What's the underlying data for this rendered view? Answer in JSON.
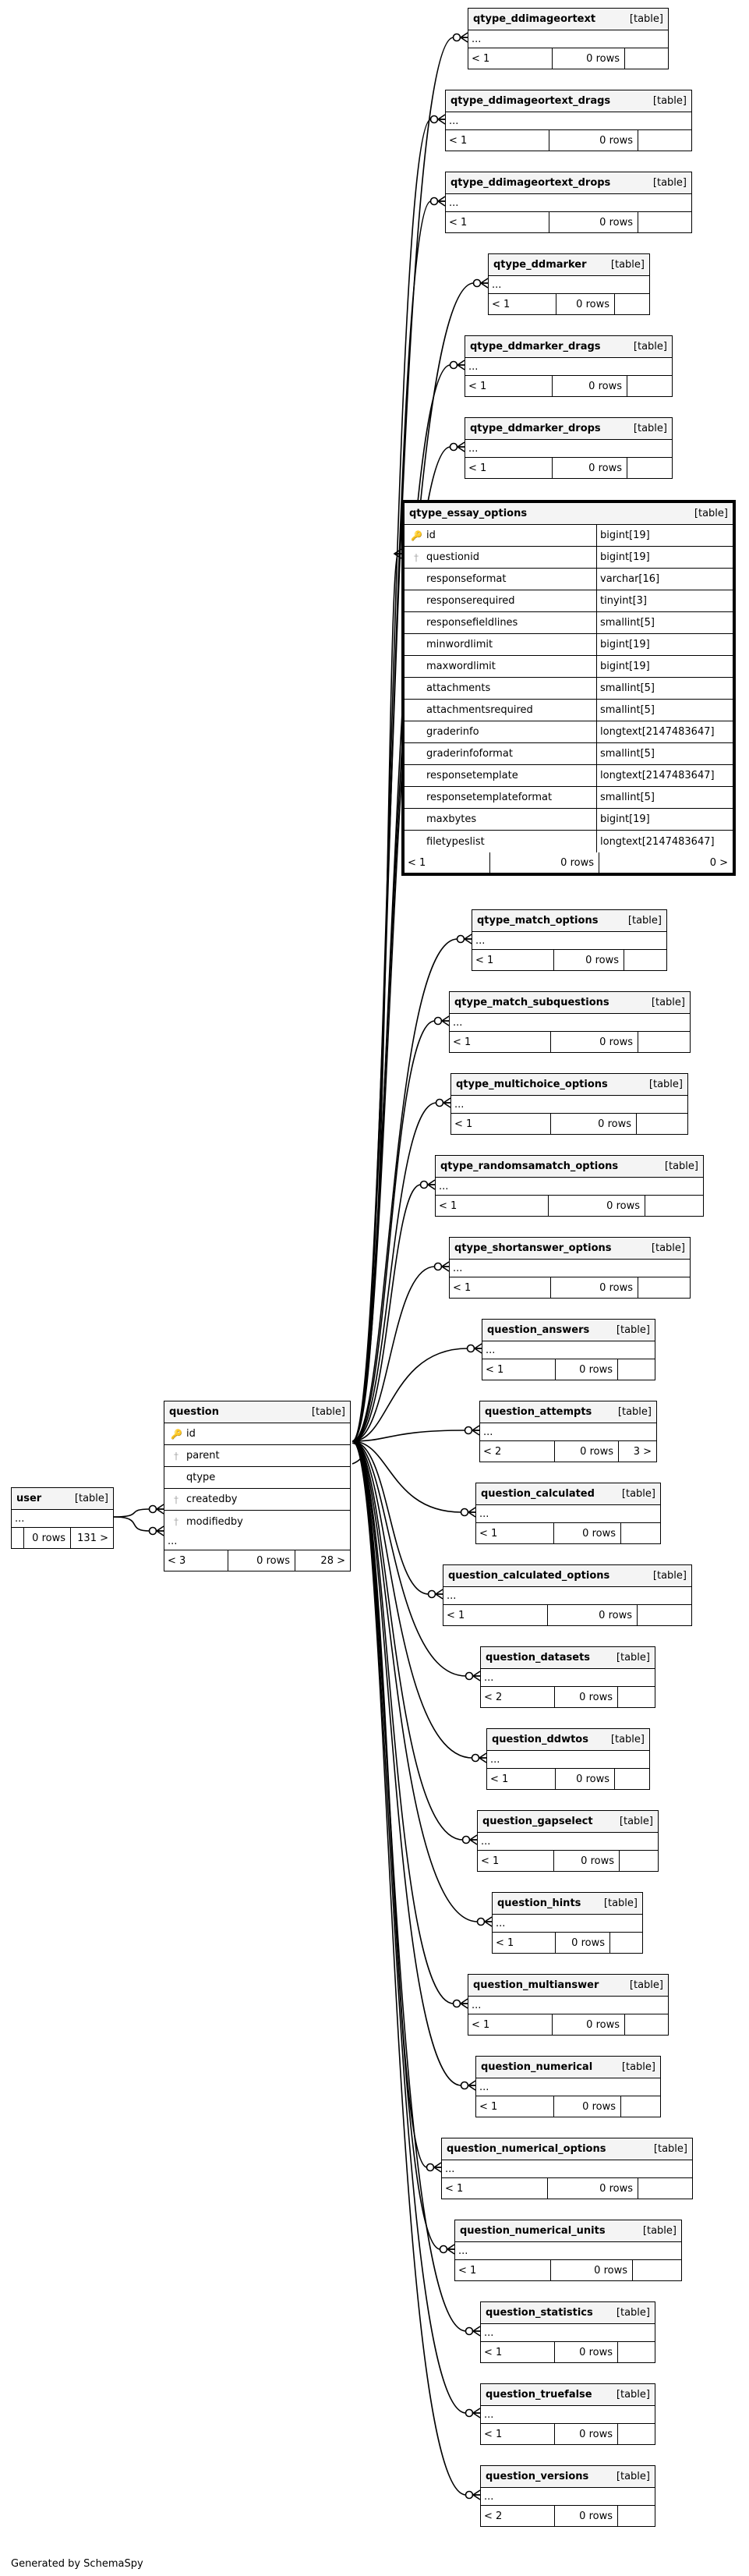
{
  "footer_text": "Generated by SchemaSpy",
  "table_type": "[table]",
  "focus": {
    "name": "qtype_essay_options",
    "columns": [
      {
        "key": "pk",
        "name": "id",
        "type": "bigint[19]"
      },
      {
        "key": "fk",
        "name": "questionid",
        "type": "bigint[19]"
      },
      {
        "key": "",
        "name": "responseformat",
        "type": "varchar[16]"
      },
      {
        "key": "",
        "name": "responserequired",
        "type": "tinyint[3]"
      },
      {
        "key": "",
        "name": "responsefieldlines",
        "type": "smallint[5]"
      },
      {
        "key": "",
        "name": "minwordlimit",
        "type": "bigint[19]"
      },
      {
        "key": "",
        "name": "maxwordlimit",
        "type": "bigint[19]"
      },
      {
        "key": "",
        "name": "attachments",
        "type": "smallint[5]"
      },
      {
        "key": "",
        "name": "attachmentsrequired",
        "type": "smallint[5]"
      },
      {
        "key": "",
        "name": "graderinfo",
        "type": "longtext[2147483647]"
      },
      {
        "key": "",
        "name": "graderinfoformat",
        "type": "smallint[5]"
      },
      {
        "key": "",
        "name": "responsetemplate",
        "type": "longtext[2147483647]"
      },
      {
        "key": "",
        "name": "responsetemplateformat",
        "type": "smallint[5]"
      },
      {
        "key": "",
        "name": "maxbytes",
        "type": "bigint[19]"
      },
      {
        "key": "",
        "name": "filetypeslist",
        "type": "longtext[2147483647]"
      }
    ],
    "footer": [
      "< 1",
      "0 rows",
      "0 >"
    ]
  },
  "question": {
    "name": "question",
    "columns": [
      {
        "key": "pk",
        "name": "id"
      },
      {
        "key": "fk",
        "name": "parent"
      },
      {
        "key": "",
        "name": "qtype"
      },
      {
        "key": "fk",
        "name": "createdby"
      },
      {
        "key": "fk",
        "name": "modifiedby"
      }
    ],
    "ellipsis": "...",
    "footer": [
      "< 3",
      "0 rows",
      "28 >"
    ]
  },
  "user": {
    "name": "user",
    "ellipsis": "...",
    "footer": [
      "",
      "0 rows",
      "131 >"
    ]
  },
  "children": [
    {
      "name": "qtype_ddimageortext",
      "footer": [
        "< 1",
        "0 rows",
        ""
      ]
    },
    {
      "name": "qtype_ddimageortext_drags",
      "footer": [
        "< 1",
        "0 rows",
        ""
      ]
    },
    {
      "name": "qtype_ddimageortext_drops",
      "footer": [
        "< 1",
        "0 rows",
        ""
      ]
    },
    {
      "name": "qtype_ddmarker",
      "footer": [
        "< 1",
        "0 rows",
        ""
      ]
    },
    {
      "name": "qtype_ddmarker_drags",
      "footer": [
        "< 1",
        "0 rows",
        ""
      ]
    },
    {
      "name": "qtype_ddmarker_drops",
      "footer": [
        "< 1",
        "0 rows",
        ""
      ]
    },
    {
      "name": "qtype_match_options",
      "footer": [
        "< 1",
        "0 rows",
        ""
      ]
    },
    {
      "name": "qtype_match_subquestions",
      "footer": [
        "< 1",
        "0 rows",
        ""
      ]
    },
    {
      "name": "qtype_multichoice_options",
      "footer": [
        "< 1",
        "0 rows",
        ""
      ]
    },
    {
      "name": "qtype_randomsamatch_options",
      "footer": [
        "< 1",
        "0 rows",
        ""
      ]
    },
    {
      "name": "qtype_shortanswer_options",
      "footer": [
        "< 1",
        "0 rows",
        ""
      ]
    },
    {
      "name": "question_answers",
      "footer": [
        "< 1",
        "0 rows",
        ""
      ]
    },
    {
      "name": "question_attempts",
      "footer": [
        "< 2",
        "0 rows",
        "3 >"
      ]
    },
    {
      "name": "question_calculated",
      "footer": [
        "< 1",
        "0 rows",
        ""
      ]
    },
    {
      "name": "question_calculated_options",
      "footer": [
        "< 1",
        "0 rows",
        ""
      ]
    },
    {
      "name": "question_datasets",
      "footer": [
        "< 2",
        "0 rows",
        ""
      ]
    },
    {
      "name": "question_ddwtos",
      "footer": [
        "< 1",
        "0 rows",
        ""
      ]
    },
    {
      "name": "question_gapselect",
      "footer": [
        "< 1",
        "0 rows",
        ""
      ]
    },
    {
      "name": "question_hints",
      "footer": [
        "< 1",
        "0 rows",
        ""
      ]
    },
    {
      "name": "question_multianswer",
      "footer": [
        "< 1",
        "0 rows",
        ""
      ]
    },
    {
      "name": "question_numerical",
      "footer": [
        "< 1",
        "0 rows",
        ""
      ]
    },
    {
      "name": "question_numerical_options",
      "footer": [
        "< 1",
        "0 rows",
        ""
      ]
    },
    {
      "name": "question_numerical_units",
      "footer": [
        "< 1",
        "0 rows",
        ""
      ]
    },
    {
      "name": "question_statistics",
      "footer": [
        "< 1",
        "0 rows",
        ""
      ]
    },
    {
      "name": "question_truefalse",
      "footer": [
        "< 1",
        "0 rows",
        ""
      ]
    },
    {
      "name": "question_versions",
      "footer": [
        "< 2",
        "0 rows",
        ""
      ]
    }
  ],
  "child_ellipsis": "..."
}
